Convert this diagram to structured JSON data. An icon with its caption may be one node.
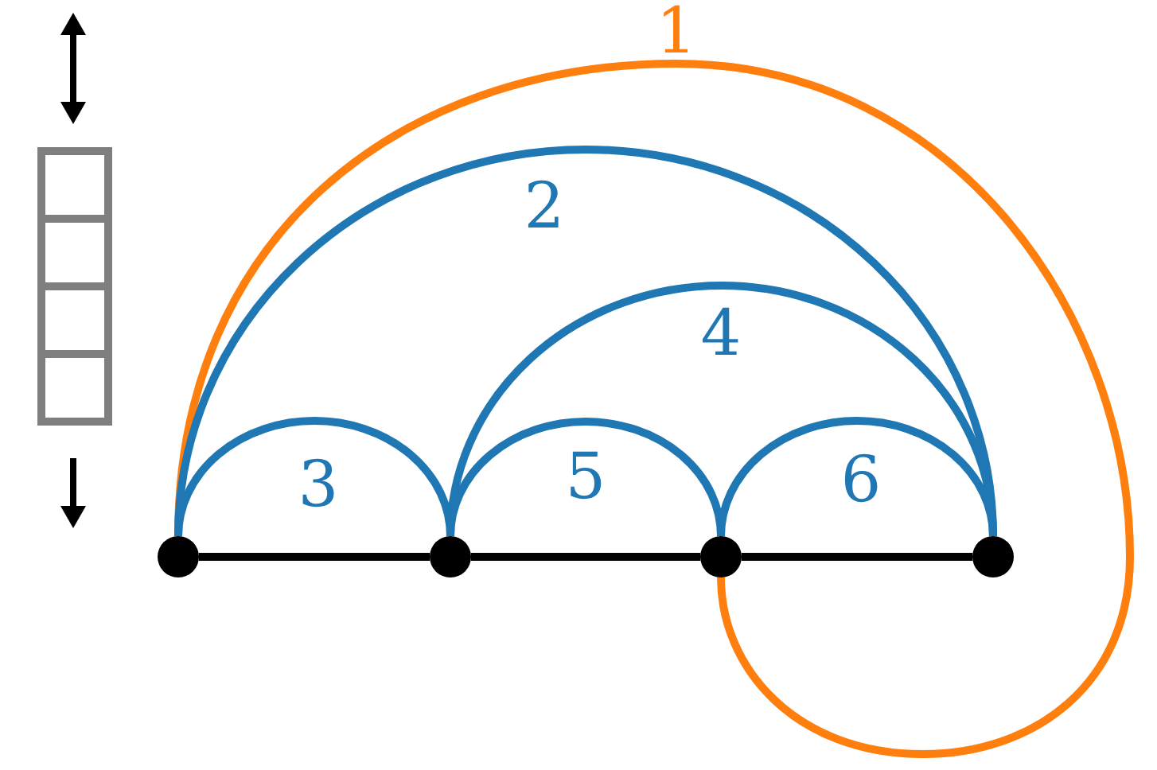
{
  "diagram": {
    "nodes": [
      {
        "text": [],
        "shape": "circle"
      },
      {
        "text": [],
        "shape": "circle"
      },
      {
        "text": [],
        "shape": "circle"
      },
      {
        "text": [],
        "shape": "circle"
      }
    ],
    "edges": [
      {
        "from": 0,
        "to": 1,
        "arrow": "none",
        "color": "#000000"
      },
      {
        "from": 1,
        "to": 2,
        "arrow": "none",
        "color": "#000000"
      },
      {
        "from": 2,
        "to": 3,
        "arrow": "none",
        "color": "#000000"
      },
      {
        "from": 0,
        "to": 2,
        "arrow": "none",
        "label": "1",
        "color": "#ff7f0e"
      },
      {
        "from": 0,
        "to": 3,
        "arrow": "none",
        "label": "2"
      },
      {
        "from": 0,
        "to": 1,
        "arrow": "none",
        "label": "3"
      },
      {
        "from": 1,
        "to": 3,
        "arrow": "none",
        "label": "4"
      },
      {
        "from": 1,
        "to": 2,
        "arrow": "none",
        "label": "5"
      },
      {
        "from": 2,
        "to": 3,
        "arrow": "none",
        "label": "6"
      }
    ]
  }
}
